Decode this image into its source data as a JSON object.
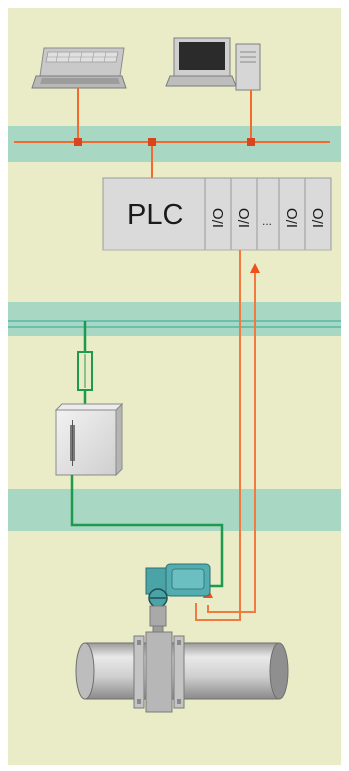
{
  "plc": {
    "label": "PLC",
    "modules": [
      {
        "label": "I/O"
      },
      {
        "label": "I/O"
      },
      {
        "label": "..."
      },
      {
        "label": "I/O"
      },
      {
        "label": "I/O"
      }
    ]
  },
  "colors": {
    "background": "#e9ecc6",
    "band": "#a8d8c4",
    "bus_red": "#f26a2e",
    "bus_node": "#d9451c",
    "field_green": "#1e9a4e",
    "loop_red": "#f07a40",
    "device_gray": "#d8d8d8",
    "pipe_gray": "#cfcfcf",
    "transmitter_teal": "#4aa3a6"
  },
  "icons": [
    "laptop-icon",
    "desktop-computer-icon",
    "fuse-icon",
    "junction-box-icon",
    "transmitter-icon",
    "pipe-icon"
  ]
}
